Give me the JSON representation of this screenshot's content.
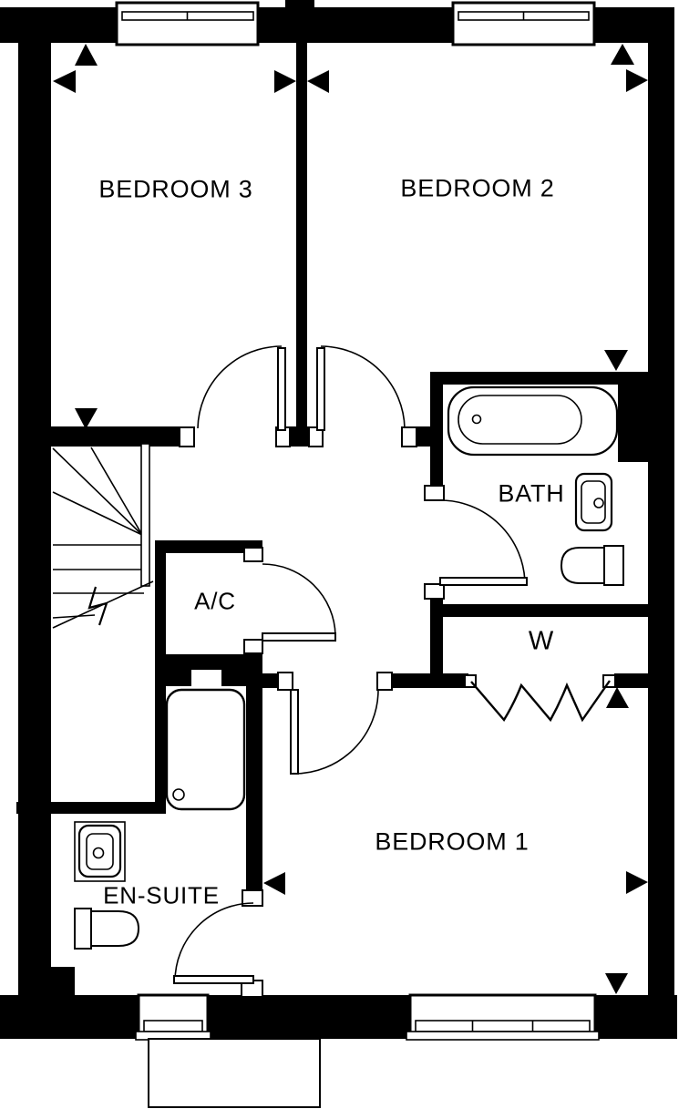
{
  "colors": {
    "wall": "#000000",
    "background": "#ffffff",
    "line": "#000000"
  },
  "rooms": {
    "bedroom3": {
      "label": "BEDROOM 3"
    },
    "bedroom2": {
      "label": "BEDROOM 2"
    },
    "bath": {
      "label": "BATH"
    },
    "airing_cupboard": {
      "label": "A/C"
    },
    "wardrobe": {
      "label": "W"
    },
    "bedroom1": {
      "label": "BEDROOM 1"
    },
    "ensuite": {
      "label": "EN-SUITE"
    }
  }
}
